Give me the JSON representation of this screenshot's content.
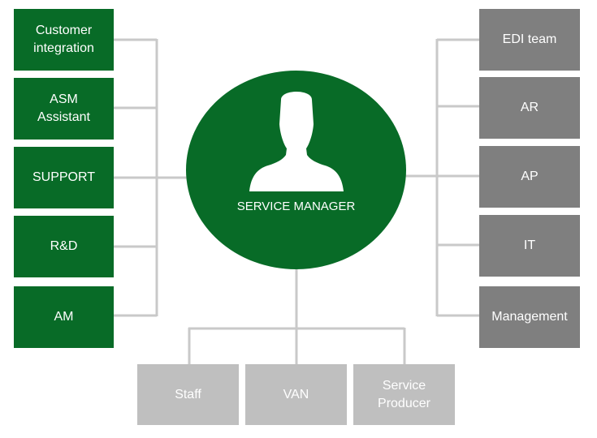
{
  "center": {
    "label": "SERVICE MANAGER",
    "icon": "person-silhouette-icon"
  },
  "left_nodes": [
    "Customer\nintegration",
    "ASM\nAssistant",
    "SUPPORT",
    "R&D",
    "AM"
  ],
  "right_nodes": [
    "EDI team",
    "AR",
    "AP",
    "IT",
    "Management"
  ],
  "bottom_nodes": [
    "Staff",
    "VAN",
    "Service\nProducer"
  ],
  "colors": {
    "center": "#086b27",
    "left": "#086b27",
    "right": "#7f7f7f",
    "bottom": "#bfbfbf",
    "connector": "#c9c9c9"
  }
}
